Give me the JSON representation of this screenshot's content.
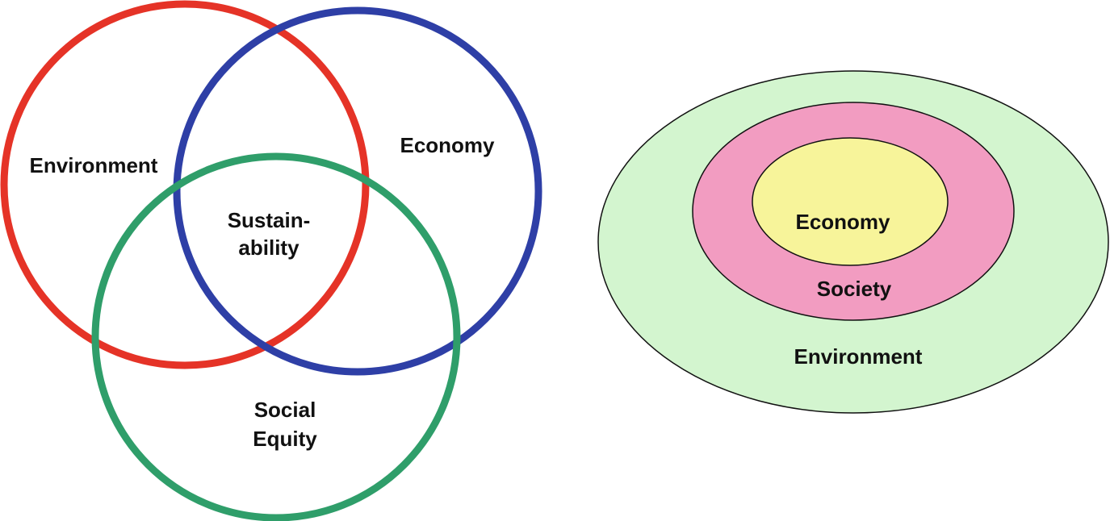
{
  "venn": {
    "circles": [
      {
        "name": "environment",
        "color": "#e53327"
      },
      {
        "name": "economy",
        "color": "#2e3fa6"
      },
      {
        "name": "social-equity",
        "color": "#2f9e6a"
      }
    ],
    "labels": {
      "environment": "Environment",
      "economy": "Economy",
      "center_line1": "Sustain-",
      "center_line2": "ability",
      "social_line1": "Social",
      "social_line2": "Equity"
    }
  },
  "nested": {
    "layers": [
      {
        "name": "environment",
        "label": "Environment",
        "fill": "#d3f5cf"
      },
      {
        "name": "society",
        "label": "Society",
        "fill": "#f29cc1"
      },
      {
        "name": "economy",
        "label": "Economy",
        "fill": "#f7f49a"
      }
    ],
    "stroke": "#111111"
  }
}
